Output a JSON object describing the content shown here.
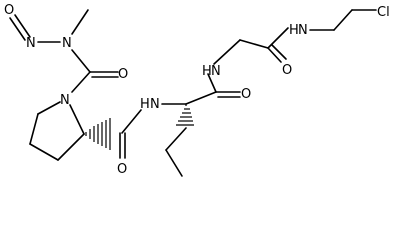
{
  "structure": {
    "atoms": {
      "nitroso_O": "O",
      "nitroso_N": "N",
      "methyl_N": "N",
      "carbamoyl_O": "O",
      "pyrrolidine_N": "N",
      "amide_NH_1": "N",
      "amide_H_1": "H",
      "amide_O_1": "O",
      "amide_NH_2": "N",
      "amide_H_2": "H",
      "amide_O_2": "O",
      "amide_NH_3": "N",
      "amide_H_3": "H",
      "amide_O_3": "O",
      "chlorine": "Cl"
    }
  }
}
